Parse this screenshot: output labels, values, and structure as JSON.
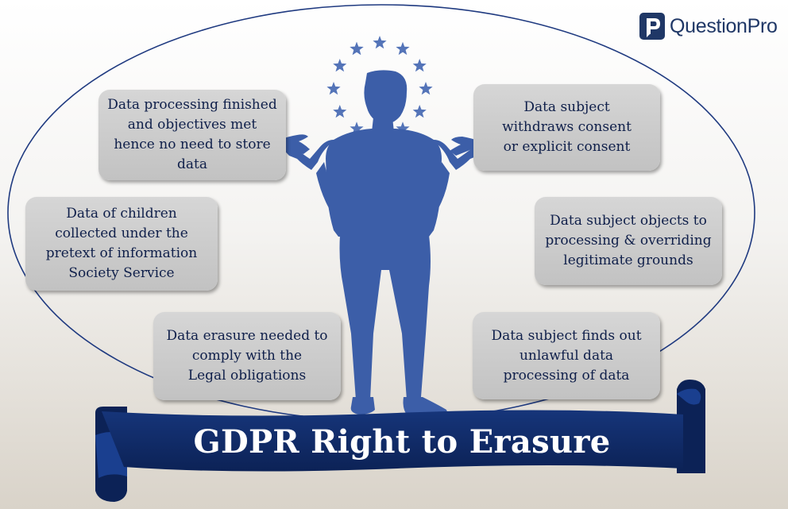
{
  "title": "GDPR Right to Erasure",
  "brand": {
    "name": "QuestionPro",
    "logo_icon": "questionpro-logo-icon",
    "color": "#1f3766"
  },
  "boxes": [
    {
      "id": "box-1",
      "text": "Data processing finished\nand objectives met\nhence no need to store\ndata"
    },
    {
      "id": "box-2",
      "text": "Data of children\ncollected under the\npretext of information\nSociety Service"
    },
    {
      "id": "box-3",
      "text": "Data erasure needed to\ncomply with the\nLegal obligations"
    },
    {
      "id": "box-4",
      "text": "Data subject\nwithdraws consent\nor explicit consent"
    },
    {
      "id": "box-5",
      "text": "Data subject objects to\nprocessing & overriding\nlegitimate grounds"
    },
    {
      "id": "box-6",
      "text": "Data subject finds out\nunlawful data\nprocessing of data"
    }
  ],
  "colors": {
    "figure": "#3c5ea8",
    "stars": "#5474b8",
    "banner": "#0f2a5e",
    "ellipse": "#1f3a80",
    "box_text": "#0f1f4a"
  },
  "icons": {
    "figure": "person-shrugging-icon",
    "stars": "eu-stars-icon"
  }
}
